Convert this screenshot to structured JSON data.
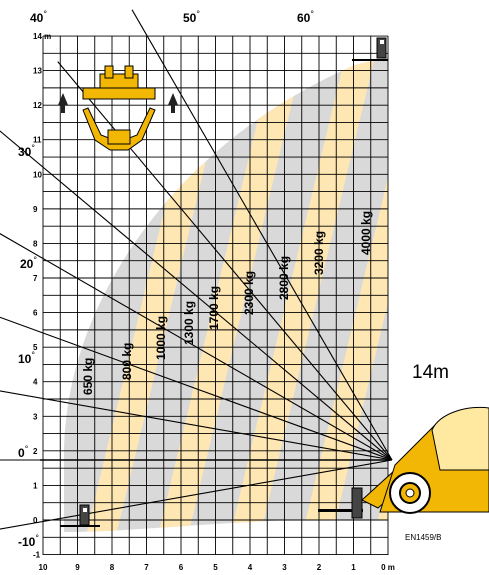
{
  "chart_data": {
    "type": "load chart",
    "x_axis": {
      "min": 0,
      "max": 10,
      "unit": "m",
      "ticks": [
        "10",
        "9",
        "8",
        "7",
        "6",
        "5",
        "4",
        "3",
        "2",
        "1",
        "0 m"
      ]
    },
    "y_axis": {
      "min": -1,
      "max": 14,
      "unit": "m",
      "ticks": [
        "-1",
        "0",
        "1",
        "2",
        "3",
        "4",
        "5",
        "6",
        "7",
        "8",
        "9",
        "10",
        "11",
        "12",
        "13",
        "14 m"
      ]
    },
    "boom_angles": [
      {
        "label": "-10",
        "deg": -10
      },
      {
        "label": "0",
        "deg": 0
      },
      {
        "label": "10",
        "deg": 10
      },
      {
        "label": "20",
        "deg": 20
      },
      {
        "label": "30",
        "deg": 30
      },
      {
        "label": "40",
        "deg": 40
      },
      {
        "label": "50",
        "deg": 50
      },
      {
        "label": "60",
        "deg": 60
      }
    ],
    "load_zones": [
      "650 kg",
      "800 kg",
      "1000 kg",
      "1300 kg",
      "1700 kg",
      "2300 kg",
      "2800 kg",
      "3200 kg",
      "4000 kg"
    ],
    "max_reach_label": "14m",
    "reference": "EN1459/B",
    "colors": {
      "zone_a": "#d9d9d9",
      "zone_b": "#ffe7b3",
      "grid": "#000000",
      "machine": "#f2b705"
    }
  }
}
